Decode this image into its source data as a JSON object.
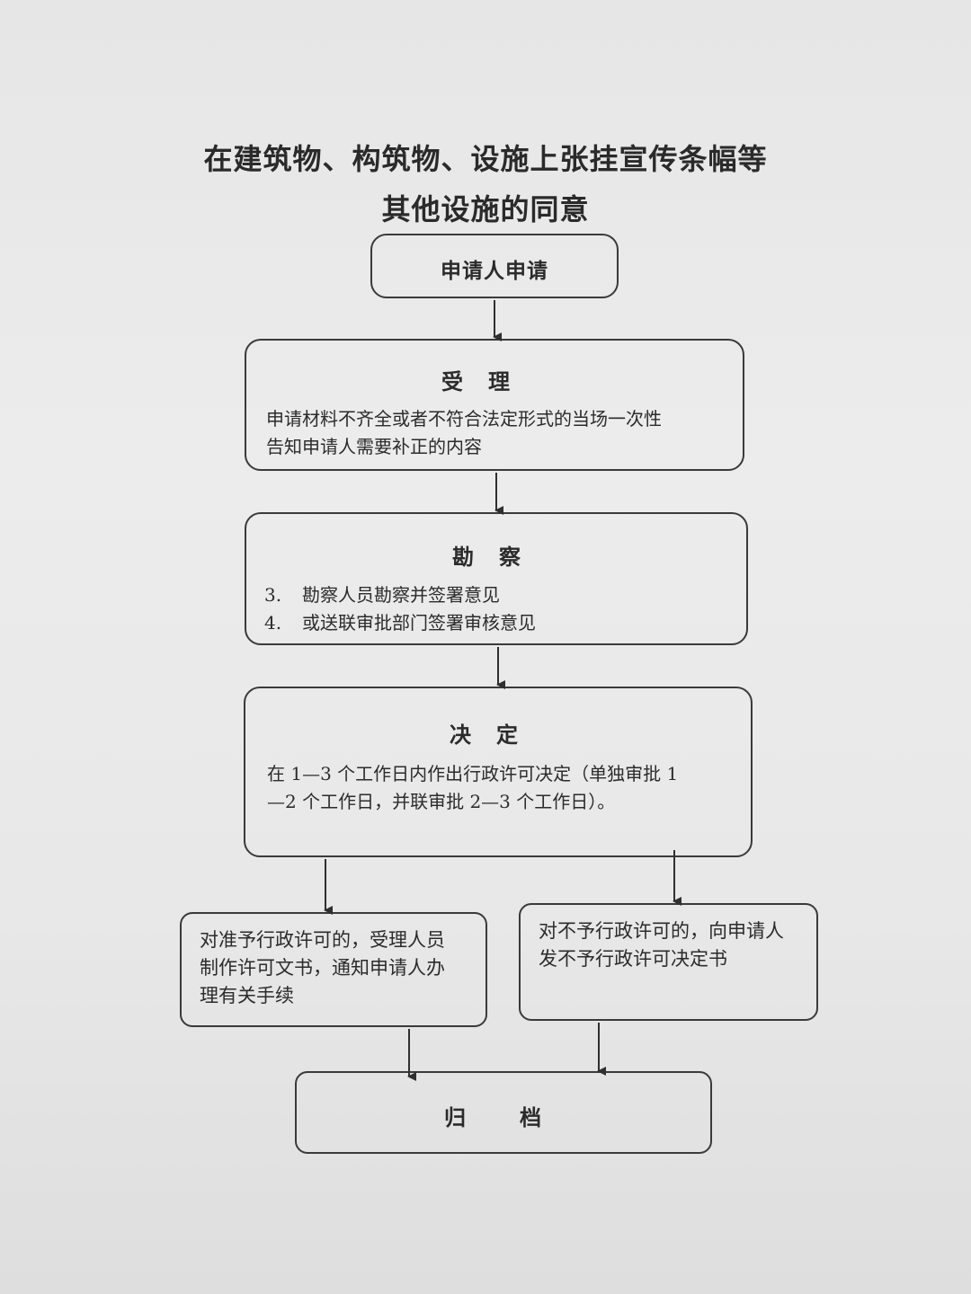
{
  "title": {
    "line1": "在建筑物、构筑物、设施上张挂宣传条幅等",
    "line2": "其他设施的同意"
  },
  "steps": {
    "apply": {
      "label": "申请人申请"
    },
    "accept": {
      "title": "受　理",
      "text_line1": "申请材料不齐全或者不符合法定形式的当场一次性",
      "text_line2": "告知申请人需要补正的内容"
    },
    "survey": {
      "title": "勘　察",
      "items": [
        {
          "num": "3.",
          "text": "勘察人员勘察并签署意见"
        },
        {
          "num": "4.",
          "text": "或送联审批部门签署审核意见"
        }
      ]
    },
    "decide": {
      "title": "决　定",
      "text_line1": "在 1—3 个工作日内作出行政许可决定（单独审批 1",
      "text_line2": "—2 个工作日，并联审批 2—3 个工作日）。"
    },
    "grant": {
      "line1": "对准予行政许可的，受理人员",
      "line2": "制作许可文书，通知申请人办",
      "line3": "理有关手续"
    },
    "deny": {
      "line1": "对不予行政许可的，向申请人",
      "line2": "发不予行政许可决定书"
    },
    "archive": {
      "label": "归　　档"
    }
  }
}
